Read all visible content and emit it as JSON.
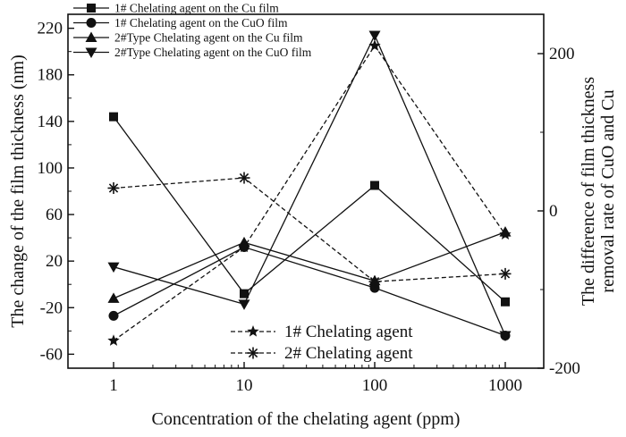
{
  "chart_data": {
    "type": "line",
    "x_scale": "log",
    "xlabel": "Concentration of the chelating agent (ppm)",
    "ylabel_left": "The change of the film thickness (nm)",
    "ylabel_right_lines": [
      "The difference of film thickness",
      "removal rate of CuO and Cu"
    ],
    "categories": [
      "1",
      "10",
      "100",
      "1000"
    ],
    "x": [
      1,
      10,
      100,
      1000
    ],
    "left_axis": {
      "ylim": [
        -72,
        232
      ],
      "ticks": [
        -60,
        -20,
        20,
        60,
        100,
        140,
        180,
        220
      ]
    },
    "right_axis": {
      "ylim": [
        -200,
        250
      ],
      "ticks": [
        -200,
        0,
        200
      ]
    },
    "series": [
      {
        "name": "1# Chelating agent on the Cu film",
        "marker": "square",
        "style": "solid",
        "axis": "left",
        "values": [
          144,
          -8,
          85,
          -15
        ]
      },
      {
        "name": "1# Chelating agent on the CuO film",
        "marker": "circle",
        "style": "solid",
        "axis": "left",
        "values": [
          -27,
          32,
          -3,
          -44
        ]
      },
      {
        "name": "2#Type Chelating agent on the Cu film",
        "marker": "triangle-up",
        "style": "solid",
        "axis": "left",
        "values": [
          -12,
          36,
          3,
          45
        ]
      },
      {
        "name": "2#Type Chelating agent on the CuO film",
        "marker": "triangle-down",
        "style": "solid",
        "axis": "left",
        "values": [
          15,
          -17,
          214,
          -44
        ]
      },
      {
        "name": "1# Chelating agent",
        "marker": "star",
        "style": "dashed",
        "axis": "right",
        "values": [
          -165,
          -46,
          210,
          -30
        ]
      },
      {
        "name": "2# Chelating agent",
        "marker": "asterisk",
        "style": "dashed",
        "axis": "right",
        "values": [
          29,
          42,
          -90,
          -80
        ]
      }
    ],
    "grid": false,
    "legend_top": "top-left",
    "legend_bottom": "bottom-center"
  }
}
